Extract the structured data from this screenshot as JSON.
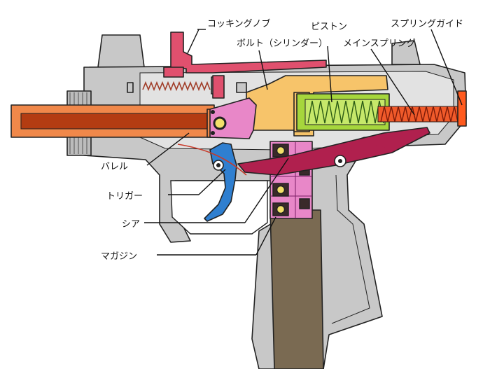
{
  "labels": {
    "cocking_knob": "コッキングノブ",
    "bolt": "ボルト（シリンダー）",
    "piston": "ピストン",
    "main_spring": "メインスプリング",
    "spring_guide": "スプリングガイド",
    "barrel": "バレル",
    "trigger": "トリガー",
    "sear": "シア",
    "magazine": "マガジン"
  },
  "colors": {
    "frame": "#c8c8c8",
    "frame_inner": "#e2e2e2",
    "barrel": "#f0884a",
    "barrel_bore": "#b33c12",
    "cocking_knob": "#e0506e",
    "bolt": "#f7c46a",
    "piston": "#a6d63c",
    "spring": "#f05a2a",
    "spring_guide": "#ff5a1e",
    "trigger": "#2f7fd0",
    "sear": "#b0204e",
    "magazine_feed": "#e887c8",
    "magazine_body": "#7a6a52",
    "bb": "#f2e06a"
  }
}
